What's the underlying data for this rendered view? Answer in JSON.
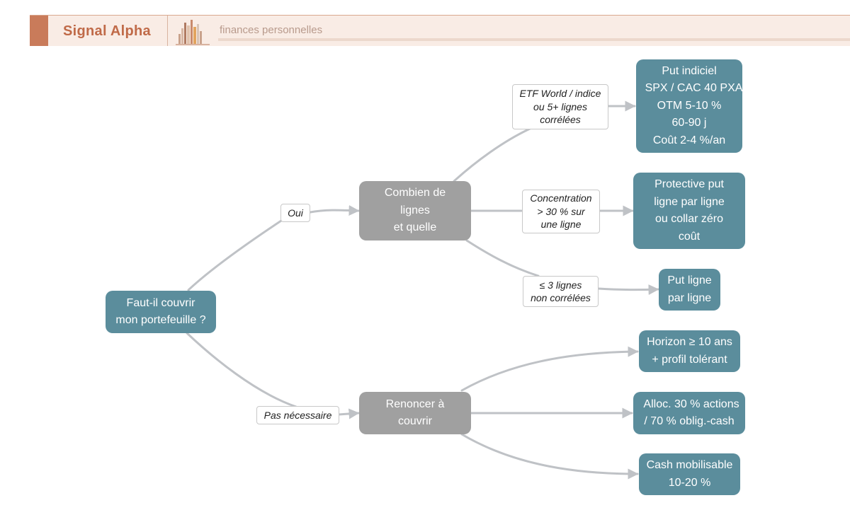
{
  "header": {
    "brand": "Signal Alpha",
    "tagline": "finances personnelles",
    "logo_icon": "bar-chart-logo-icon",
    "accent_color": "#c97b5a",
    "brand_color": "#c06a48"
  },
  "diagram": {
    "node_color": "#5b8d9c",
    "decision_color": "#a0a0a0",
    "edge_color": "#bfc2c6",
    "nodes": {
      "root": [
        "Faut-il couvrir",
        "mon portefeuille ?"
      ],
      "combien": [
        "Combien de",
        "lignes",
        "et quelle"
      ],
      "renoncer": [
        "Renoncer à",
        "couvrir"
      ],
      "put_indiciel": [
        "Put indiciel",
        "SPX / CAC 40 PXA",
        "OTM 5-10 %",
        "60-90 j",
        "Coût 2-4 %/an"
      ],
      "protective_put": [
        "Protective put",
        "ligne par ligne",
        "ou collar zéro",
        "coût"
      ],
      "put_ligne": [
        "Put ligne",
        "par ligne"
      ],
      "horizon": [
        "Horizon ≥ 10 ans",
        "+ profil tolérant"
      ],
      "alloc": [
        "Alloc. 30 % actions",
        "/ 70 % oblig.-cash"
      ],
      "cash": [
        "Cash mobilisable",
        "10-20 %"
      ]
    },
    "edge_labels": {
      "oui": [
        "Oui"
      ],
      "pas_necessaire": [
        "Pas nécessaire"
      ],
      "etf": [
        "ETF World / indice",
        "ou 5+ lignes",
        "corrélées"
      ],
      "concentration": [
        "Concentration",
        "> 30 % sur",
        "une ligne"
      ],
      "trois_lignes": [
        "≤ 3 lignes",
        "non corrélées"
      ]
    }
  }
}
